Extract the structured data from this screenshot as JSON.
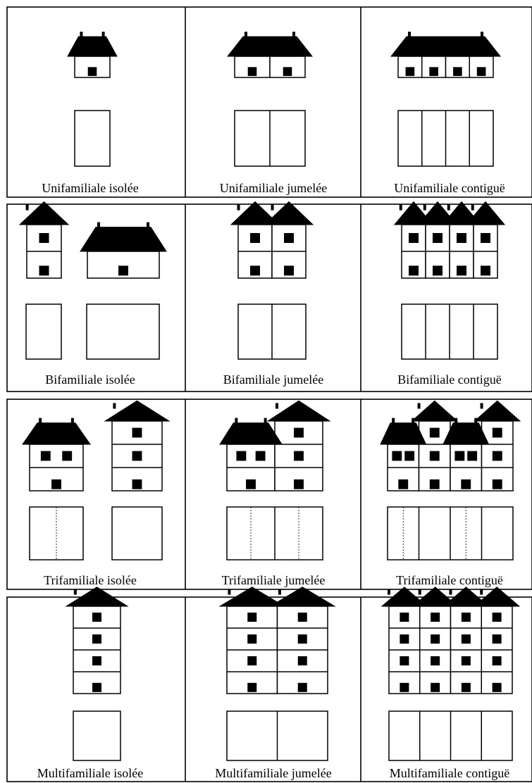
{
  "rows": [
    {
      "id": "unifamiliale",
      "cells": [
        {
          "caption": "Unifamiliale isolée",
          "houses": [
            {
              "units": 1,
              "floors": 1,
              "roofs": [
                {
                  "type": "hip",
                  "from": 0,
                  "to": 1
                }
              ]
            }
          ],
          "plans": [
            {
              "cols": 1,
              "dashed": false
            }
          ]
        },
        {
          "caption": "Unifamiliale jumelée",
          "houses": [
            {
              "units": 2,
              "floors": 1,
              "roofs": [
                {
                  "type": "hip",
                  "from": 0,
                  "to": 2
                }
              ]
            }
          ],
          "plans": [
            {
              "cols": 2,
              "dashed": false
            }
          ]
        },
        {
          "caption": "Unifamiliale contiguë",
          "houses": [
            {
              "units": 4,
              "floors": 1,
              "roofs": [
                {
                  "type": "hip",
                  "from": 0,
                  "to": 4
                }
              ]
            }
          ],
          "plans": [
            {
              "cols": 4,
              "dashed": false
            }
          ]
        }
      ]
    },
    {
      "id": "bifamiliale",
      "cells": [
        {
          "caption": "Bifamiliale isolée",
          "houses": [
            {
              "units": 1,
              "floors": 2,
              "roofs": [
                {
                  "type": "gable",
                  "from": 0,
                  "to": 1
                }
              ]
            },
            {
              "units": 1,
              "floors": 1,
              "roofs": [
                {
                  "type": "hip",
                  "from": 0,
                  "to": 1
                }
              ]
            }
          ],
          "plans": [
            {
              "cols": 1,
              "dashed": false
            },
            {
              "cols": 1,
              "dashed": false
            }
          ]
        },
        {
          "caption": "Bifamiliale jumelée",
          "houses": [
            {
              "units": 2,
              "floors": 2,
              "roofs": [
                {
                  "type": "gable",
                  "from": 0,
                  "to": 1
                },
                {
                  "type": "gable",
                  "from": 1,
                  "to": 2
                }
              ]
            }
          ],
          "plans": [
            {
              "cols": 2,
              "dashed": false
            }
          ]
        },
        {
          "caption": "Bifamiliale contiguë",
          "houses": [
            {
              "units": 4,
              "floors": 2,
              "roofs": [
                {
                  "type": "gable",
                  "from": 0,
                  "to": 1
                },
                {
                  "type": "gable",
                  "from": 1,
                  "to": 2
                },
                {
                  "type": "gable",
                  "from": 2,
                  "to": 3
                },
                {
                  "type": "gable",
                  "from": 3,
                  "to": 4
                }
              ]
            }
          ],
          "plans": [
            {
              "cols": 4,
              "dashed": false
            }
          ]
        }
      ]
    },
    {
      "id": "trifamiliale",
      "cells": [
        {
          "caption": "Trifamiliale isolée",
          "houses": [
            {
              "units": 1,
              "floors": 2,
              "upperWindows": 2,
              "roofs": [
                {
                  "type": "hip",
                  "from": 0,
                  "to": 1
                }
              ]
            },
            {
              "units": 1,
              "floors": 3,
              "roofs": [
                {
                  "type": "gable",
                  "from": 0,
                  "to": 1
                }
              ]
            }
          ],
          "plans": [
            {
              "cols": 1,
              "dashed": true
            },
            {
              "cols": 1,
              "dashed": false
            }
          ]
        },
        {
          "caption": "Trifamiliale jumelée",
          "houses": [
            {
              "units": 2,
              "floors": 3,
              "steps": [
                2,
                3
              ],
              "upperWindows": 2,
              "roofs": [
                {
                  "type": "hip",
                  "from": 0,
                  "to": 1
                },
                {
                  "type": "gable",
                  "from": 1,
                  "to": 2
                }
              ]
            }
          ],
          "plans": [
            {
              "cols": 2,
              "dashed": true
            }
          ]
        },
        {
          "caption": "Trifamiliale contiguë",
          "houses": [
            {
              "units": 4,
              "floors": 3,
              "steps": [
                2,
                3,
                2,
                3
              ],
              "upperWindows": 2,
              "roofs": [
                {
                  "type": "hip",
                  "from": 0,
                  "to": 1
                },
                {
                  "type": "gable",
                  "from": 1,
                  "to": 2
                },
                {
                  "type": "hip",
                  "from": 2,
                  "to": 3
                },
                {
                  "type": "gable",
                  "from": 3,
                  "to": 4
                }
              ]
            }
          ],
          "plans": [
            {
              "cols": 4,
              "dashed": true
            }
          ]
        }
      ]
    },
    {
      "id": "multifamiliale",
      "cells": [
        {
          "caption": "Multifamiliale isolée",
          "houses": [
            {
              "units": 1,
              "floors": 4,
              "roofs": [
                {
                  "type": "gable",
                  "from": 0,
                  "to": 1
                }
              ]
            }
          ],
          "plans": [
            {
              "cols": 1,
              "dashed": false
            }
          ]
        },
        {
          "caption": "Multifamiliale jumelée",
          "houses": [
            {
              "units": 2,
              "floors": 4,
              "roofs": [
                {
                  "type": "gable",
                  "from": 0,
                  "to": 1
                },
                {
                  "type": "gable",
                  "from": 1,
                  "to": 2
                }
              ]
            }
          ],
          "plans": [
            {
              "cols": 2,
              "dashed": false
            }
          ]
        },
        {
          "caption": "Multifamiliale contiguë",
          "houses": [
            {
              "units": 4,
              "floors": 4,
              "roofs": [
                {
                  "type": "gable",
                  "from": 0,
                  "to": 1
                },
                {
                  "type": "gable",
                  "from": 1,
                  "to": 2
                },
                {
                  "type": "gable",
                  "from": 2,
                  "to": 3
                },
                {
                  "type": "gable",
                  "from": 3,
                  "to": 4
                }
              ]
            }
          ],
          "plans": [
            {
              "cols": 4,
              "dashed": false
            }
          ]
        }
      ]
    }
  ]
}
